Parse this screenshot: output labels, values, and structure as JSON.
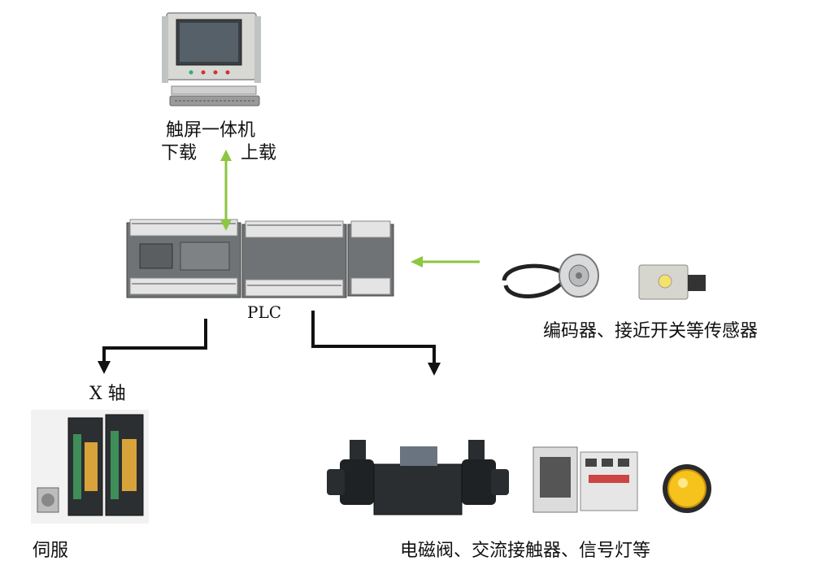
{
  "labels": {
    "hmi": "触屏一体机",
    "download": "下载",
    "upload": "上载",
    "plc": "PLC",
    "sensors": "编码器、接近开关等传感器",
    "x_axis": "X 轴",
    "servo": "伺服",
    "actuators": "电磁阀、交流接触器、信号灯等"
  },
  "colors": {
    "green_arrow": "#8dc63f",
    "black_arrow": "#111111",
    "plc_body": "#6f7376",
    "plc_terminal": "#e4e4e4"
  }
}
